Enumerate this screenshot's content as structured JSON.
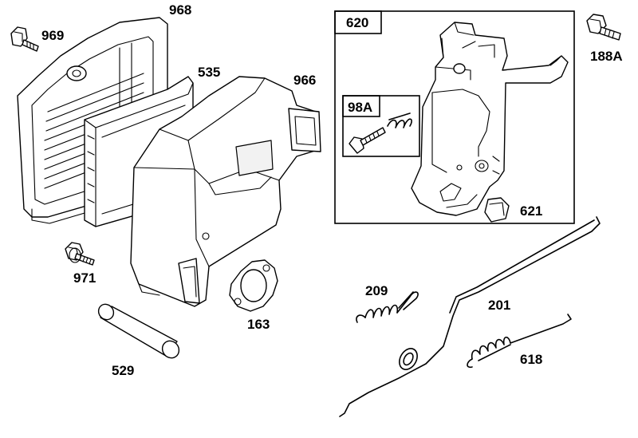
{
  "diagram": {
    "part_labels": {
      "air_cleaner_cover": "968",
      "cover_screw": "969",
      "filter_cartridge": "535",
      "air_cleaner_base": "966",
      "mounting_screw": "971",
      "gasket": "163",
      "spacer_tube": "529",
      "control_bracket_assembly": "620",
      "screw_and_spring_kit": "98A",
      "bracket_screw": "188A",
      "clip": "621",
      "governor_spring_small": "209",
      "governor_link": "201",
      "governor_spring": "618"
    }
  }
}
